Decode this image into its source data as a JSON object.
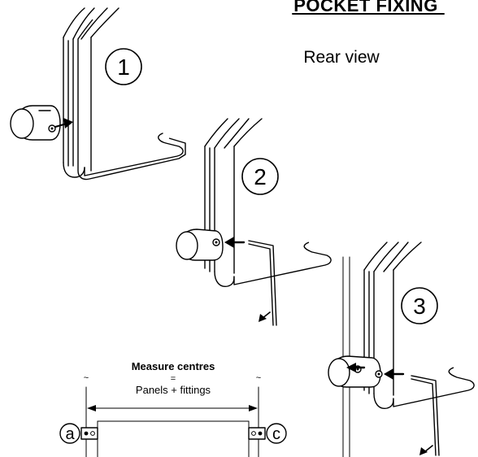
{
  "header": {
    "title": "POCKET FIXING",
    "subtitle": "Rear view"
  },
  "steps": [
    {
      "number": "1"
    },
    {
      "number": "2"
    },
    {
      "number": "3"
    }
  ],
  "measure": {
    "heading": "Measure centres",
    "equals": "=",
    "formula": "Panels + fittings",
    "left_label": "a",
    "right_label": "c",
    "break_mark": "~"
  },
  "colors": {
    "ink": "#000000",
    "background": "#ffffff"
  }
}
